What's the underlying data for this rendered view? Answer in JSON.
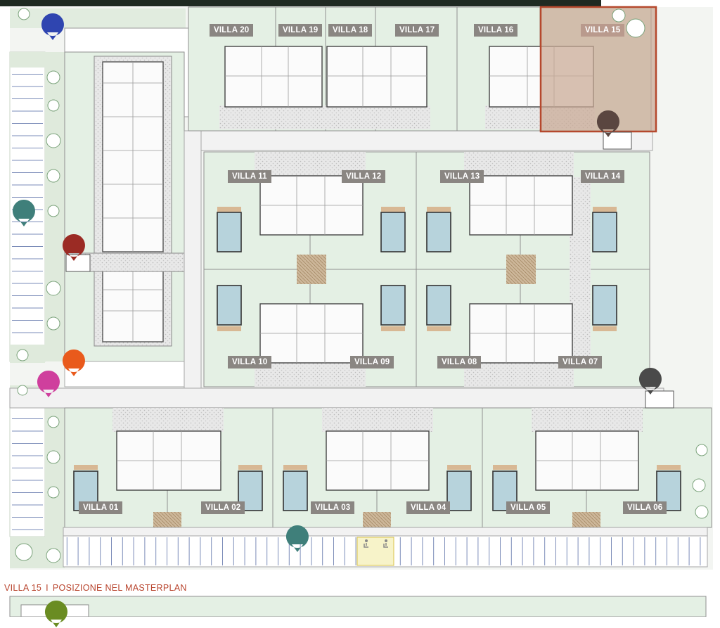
{
  "caption": {
    "project": "VILLA 15",
    "separator": "I",
    "subtitle": "POSIZIONE NEL MASTERPLAN"
  },
  "villas": {
    "v01": "VILLA 01",
    "v02": "VILLA 02",
    "v03": "VILLA 03",
    "v04": "VILLA 04",
    "v05": "VILLA 05",
    "v06": "VILLA 06",
    "v07": "VILLA 07",
    "v08": "VILLA 08",
    "v09": "VILLA 09",
    "v10": "VILLA 10",
    "v11": "VILLA 11",
    "v12": "VILLA 12",
    "v13": "VILLA 13",
    "v14": "VILLA 14",
    "v15": "VILLA 15",
    "v16": "VILLA 16",
    "v17": "VILLA 17",
    "v18": "VILLA 18",
    "v19": "VILLA 19",
    "v20": "VILLA 20"
  },
  "highlighted_villa": "VILLA 15",
  "colors": {
    "highlight_frame": "#b5482d",
    "highlight_fill": "#c9a994",
    "lot_fill": "#e4f0e4",
    "road_fill": "#f2f2f2",
    "label_bg": "#8a8682",
    "caption_text": "#b8432c",
    "pin_blue": "#2f45b0",
    "pin_teal": "#3f7f7a",
    "pin_red": "#9b2b24",
    "pin_orange": "#e95a1c",
    "pin_magenta": "#cf3f9d",
    "pin_brown": "#5a4640",
    "pin_dark": "#4a4a4a",
    "pin_olive": "#6a8c22"
  },
  "icons": [
    "location-pin-icon",
    "accessible-parking-icon"
  ]
}
